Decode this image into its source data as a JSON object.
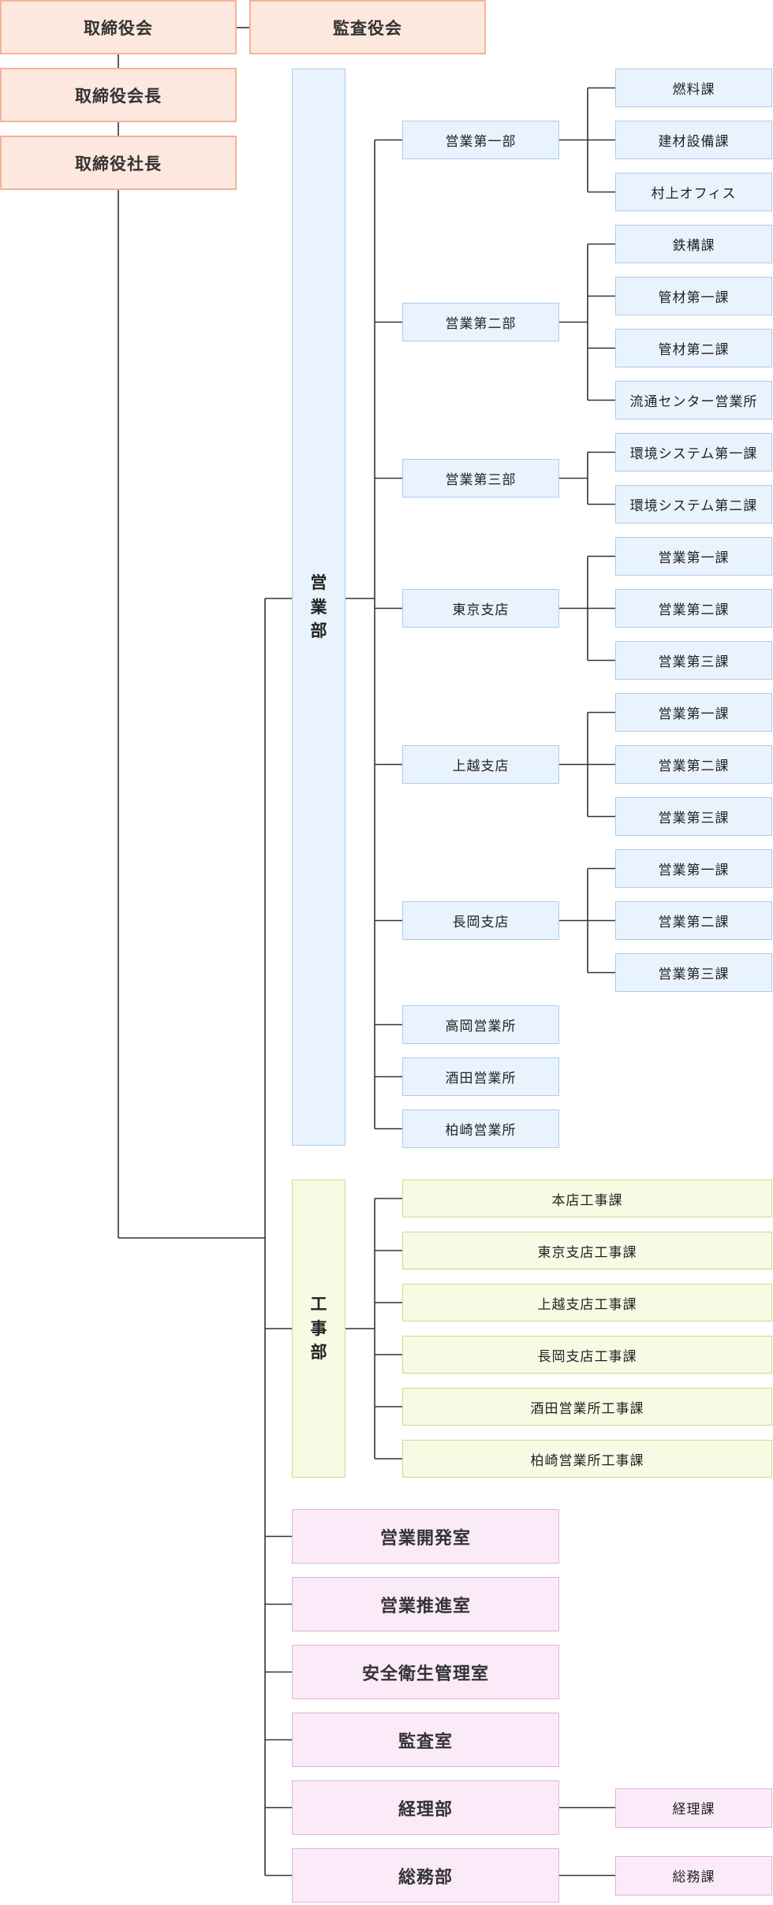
{
  "executives": {
    "board": "取締役会",
    "audit_board": "監査役会",
    "chairman": "取締役会長",
    "president": "取締役社長"
  },
  "sales": {
    "label": "営業部",
    "units": [
      {
        "name": "営業第一部",
        "sections": [
          "燃料課",
          "建材設備課",
          "村上オフィス"
        ]
      },
      {
        "name": "営業第二部",
        "sections": [
          "鉄構課",
          "管材第一課",
          "管材第二課",
          "流通センター営業所"
        ]
      },
      {
        "name": "営業第三部",
        "sections": [
          "環境システム第一課",
          "環境システム第二課"
        ]
      },
      {
        "name": "東京支店",
        "sections": [
          "営業第一課",
          "営業第二課",
          "営業第三課"
        ]
      },
      {
        "name": "上越支店",
        "sections": [
          "営業第一課",
          "営業第二課",
          "営業第三課"
        ]
      },
      {
        "name": "長岡支店",
        "sections": [
          "営業第一課",
          "営業第二課",
          "営業第三課"
        ]
      },
      {
        "name": "高岡営業所",
        "sections": []
      },
      {
        "name": "酒田営業所",
        "sections": []
      },
      {
        "name": "柏崎営業所",
        "sections": []
      }
    ]
  },
  "construction": {
    "label": "工事部",
    "sections": [
      "本店工事課",
      "東京支店工事課",
      "上越支店工事課",
      "長岡支店工事課",
      "酒田営業所工事課",
      "柏崎営業所工事課"
    ]
  },
  "staff_offices": [
    {
      "name": "営業開発室",
      "sections": []
    },
    {
      "name": "営業推進室",
      "sections": []
    },
    {
      "name": "安全衛生管理室",
      "sections": []
    },
    {
      "name": "監査室",
      "sections": []
    },
    {
      "name": "経理部",
      "sections": [
        "経理課"
      ]
    },
    {
      "name": "総務部",
      "sections": [
        "総務課"
      ]
    }
  ],
  "colors": {
    "line": "#333333",
    "executive_fill": "#fde8df",
    "sales_fill": "#e8f3fd",
    "construction_fill": "#f6fbe3",
    "staff_fill": "#fbeaf7"
  }
}
